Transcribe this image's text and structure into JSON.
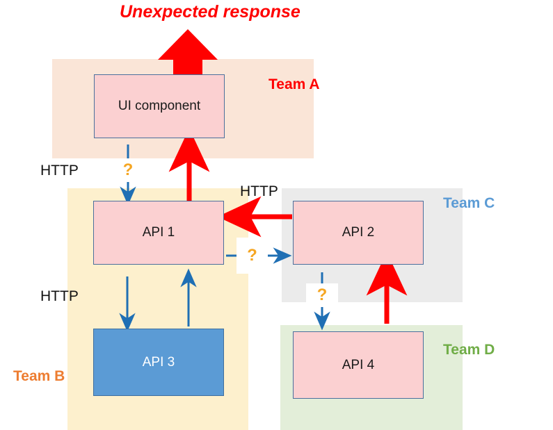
{
  "diagram": {
    "title": "Unexpected response",
    "title_color": "#ff0000",
    "teams": [
      {
        "id": "a",
        "label": "Team A",
        "color": "#ff0000",
        "panel_color": "#fae5d7"
      },
      {
        "id": "b",
        "label": "Team B",
        "color": "#ed7d31",
        "panel_color": "#fdf0cd"
      },
      {
        "id": "c",
        "label": "Team C",
        "color": "#5b9bd5",
        "panel_color": "#ebebeb"
      },
      {
        "id": "d",
        "label": "Team D",
        "color": "#70ad47",
        "panel_color": "#e3eed9"
      }
    ],
    "nodes": [
      {
        "id": "ui",
        "label": "UI component",
        "team": "a",
        "fill": "#fbd0d1",
        "text_color": "#1a1a1a"
      },
      {
        "id": "api1",
        "label": "API 1",
        "team": "b",
        "fill": "#fbd0d1",
        "text_color": "#1a1a1a"
      },
      {
        "id": "api2",
        "label": "API 2",
        "team": "c",
        "fill": "#fbd0d1",
        "text_color": "#1a1a1a"
      },
      {
        "id": "api3",
        "label": "API 3",
        "team": "b",
        "fill": "#5b9bd5",
        "text_color": "#ffffff"
      },
      {
        "id": "api4",
        "label": "API 4",
        "team": "d",
        "fill": "#fbd0d1",
        "text_color": "#1a1a1a"
      }
    ],
    "protocol_labels": [
      {
        "id": "http-ui-api1",
        "text": "HTTP"
      },
      {
        "id": "http-api2-api1",
        "text": "HTTP"
      },
      {
        "id": "http-api1-api3",
        "text": "HTTP"
      }
    ],
    "question_markers": [
      {
        "id": "q-ui-api1",
        "text": "?"
      },
      {
        "id": "q-api1-api2",
        "text": "?"
      },
      {
        "id": "q-api2-api4",
        "text": "?"
      }
    ],
    "edge_colors": {
      "request": "#1f6fb4",
      "response": "#ff0000"
    }
  }
}
